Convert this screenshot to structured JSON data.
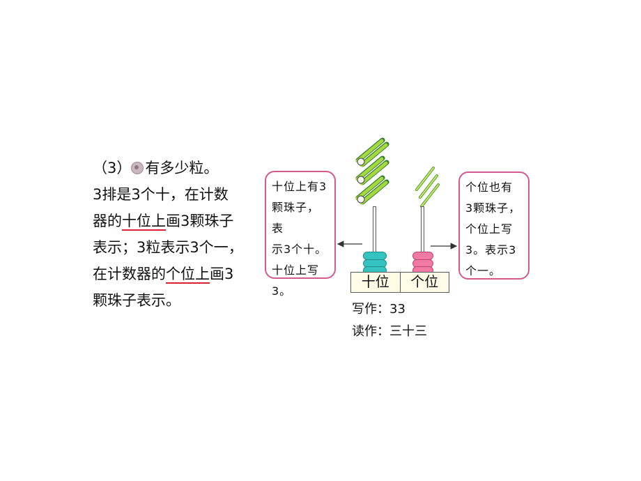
{
  "question": {
    "lines": [
      {
        "pre": "（3）",
        "icon": "bead-count-icon",
        "post": "有多少粒。"
      },
      {
        "text": "3排是3个十，在计数"
      },
      {
        "pre": "器的",
        "underlined": "十位上",
        "post": "画3颗珠子"
      },
      {
        "text": "表示；3粒表示3个一，"
      },
      {
        "pre": "在计数器的",
        "underlined": "个位上",
        "post": "画3"
      },
      {
        "text": "颗珠子表示。"
      }
    ]
  },
  "left_note": {
    "lines": [
      "十位上有3",
      "颗珠子，表",
      "示3个十。",
      "十位上写",
      "3。"
    ]
  },
  "right_note": {
    "lines": [
      "个位也有",
      "3颗珠子，",
      "个位上写",
      "3。表示3",
      "个一。"
    ]
  },
  "abacus": {
    "tens_label": "十位",
    "ones_label": "个位",
    "tens_beads": 3,
    "ones_beads": 3,
    "tens_color": "#35c3c0",
    "ones_color": "#f17aa4",
    "stick_color": "#8cc63f"
  },
  "result": {
    "write": "写作：33",
    "read": "读作：三十三"
  }
}
